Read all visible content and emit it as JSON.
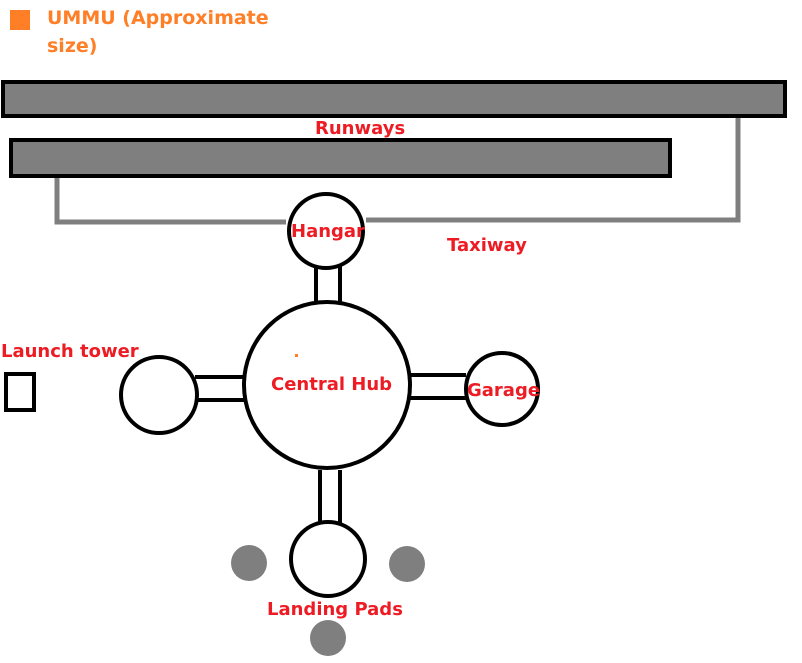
{
  "legend": {
    "swatch_color": "#ff7f27",
    "line1": "UMMU (Approximate",
    "line2": "size)"
  },
  "labels": {
    "runways": "Runways",
    "taxiway": "Taxiway",
    "hangar": "Hangar",
    "central_hub": "Central Hub",
    "garage": "Garage",
    "launch_tower": "Launch tower",
    "landing_pads": "Landing Pads"
  },
  "colors": {
    "label_red": "#ed1c24",
    "legend_orange": "#ff7f27",
    "runway_gray": "#7f7f7f",
    "outline": "#000000"
  }
}
